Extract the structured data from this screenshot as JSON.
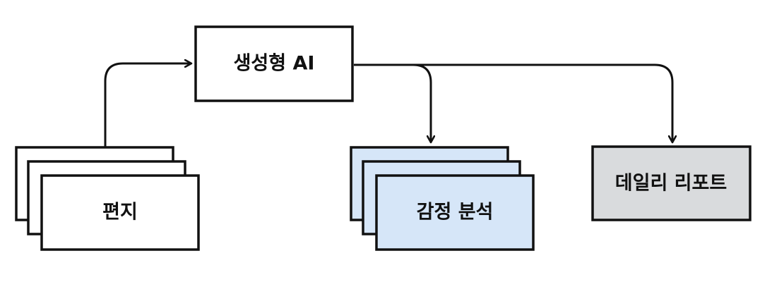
{
  "nodes": {
    "letters": {
      "label": "편지",
      "fill": "#ffffff"
    },
    "generative_ai": {
      "label": "생성형 AI",
      "fill": "#ffffff"
    },
    "sentiment_analysis": {
      "label": "감정 분석",
      "fill": "#d6e6f8"
    },
    "daily_report": {
      "label": "데일리 리포트",
      "fill": "#d9dbdd"
    }
  },
  "colors": {
    "stroke": "#111111",
    "text": "#111111"
  }
}
